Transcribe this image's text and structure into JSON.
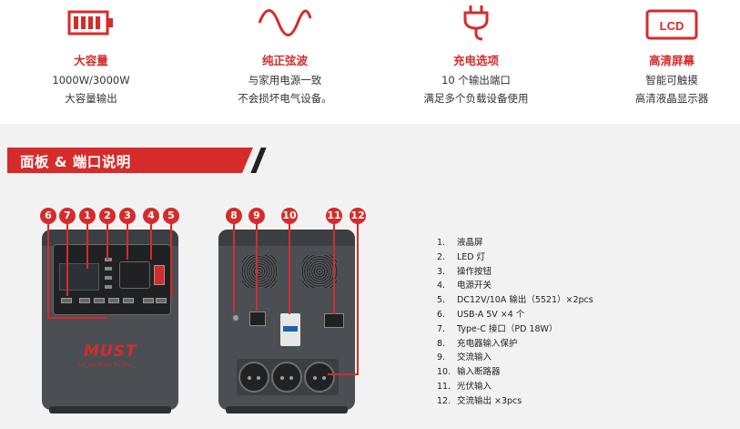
{
  "features": [
    {
      "id": "battery",
      "icon": "battery-icon",
      "title": "大容量",
      "lines": [
        "1000W/3000W",
        "大容量输出"
      ]
    },
    {
      "id": "sine",
      "icon": "sine-wave-icon",
      "title": "纯正弦波",
      "lines": [
        "与家用电源一致",
        "不会损坏电气设备。"
      ]
    },
    {
      "id": "charge",
      "icon": "plug-icon",
      "title": "充电选项",
      "lines": [
        "10 个输出端口",
        "满足多个负载设备使用"
      ]
    },
    {
      "id": "lcd",
      "icon": "lcd-icon",
      "icon_text": "LCD",
      "title": "高清屏幕",
      "lines": [
        "智能可触摸",
        "高清液晶显示器"
      ]
    }
  ],
  "section_title": "面板 & 端口说明",
  "brand": {
    "logo": "MUST",
    "tagline": "Let the World Be Free"
  },
  "markers": [
    "6",
    "7",
    "1",
    "2",
    "3",
    "4",
    "5",
    "8",
    "9",
    "10",
    "11",
    "12"
  ],
  "legend": [
    {
      "num": "1.",
      "text": "液晶屏"
    },
    {
      "num": "2.",
      "text": "LED 灯"
    },
    {
      "num": "3.",
      "text": "操作按钮"
    },
    {
      "num": "4.",
      "text": "电源开关"
    },
    {
      "num": "5.",
      "text": "DC12V/10A 输出（5521）×2pcs"
    },
    {
      "num": "6.",
      "text": "USB-A 5V ×4 个"
    },
    {
      "num": "7.",
      "text": "Type-C 接口（PD 18W）"
    },
    {
      "num": "8.",
      "text": "充电器输入保护"
    },
    {
      "num": "9.",
      "text": "交流输入"
    },
    {
      "num": "10.",
      "text": "输入断路器"
    },
    {
      "num": "11.",
      "text": "光伏输入"
    },
    {
      "num": "12.",
      "text": "交流输出 ×3pcs"
    }
  ],
  "colors": {
    "accent": "#d62b2b",
    "device": "#4b4e52",
    "band": "#f2f2f2"
  }
}
